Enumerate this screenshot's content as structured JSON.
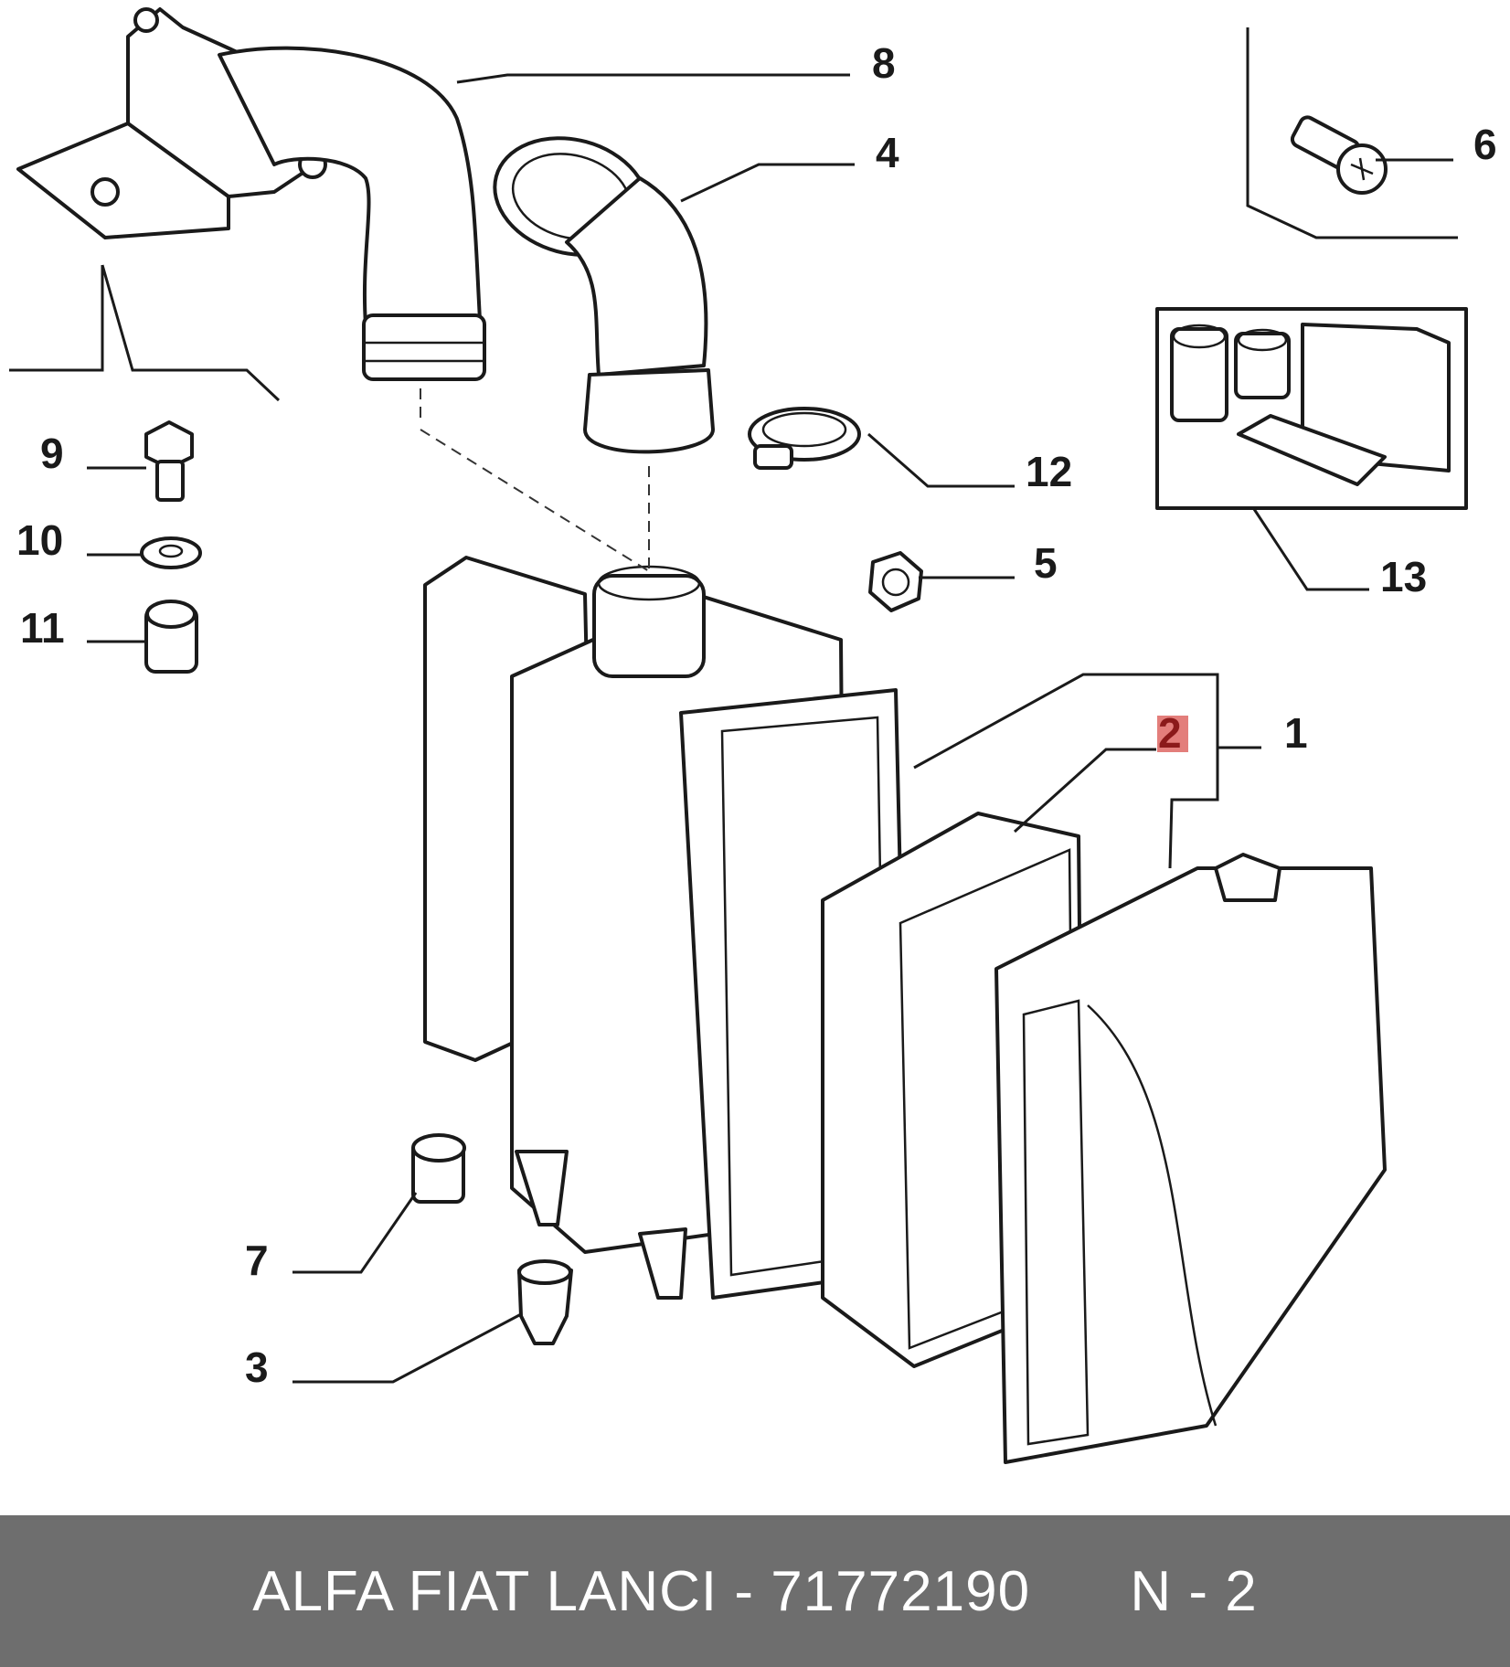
{
  "callouts": {
    "c1": "1",
    "c2": "2",
    "c3": "3",
    "c4": "4",
    "c5": "5",
    "c6": "6",
    "c7": "7",
    "c8": "8",
    "c9": "9",
    "c10": "10",
    "c11": "11",
    "c12": "12",
    "c13": "13"
  },
  "highlight_color": "#b22222",
  "footer": {
    "text": "ALFA FIAT LANCI - 71772190      N - 2",
    "background": "#6e6e6e"
  }
}
